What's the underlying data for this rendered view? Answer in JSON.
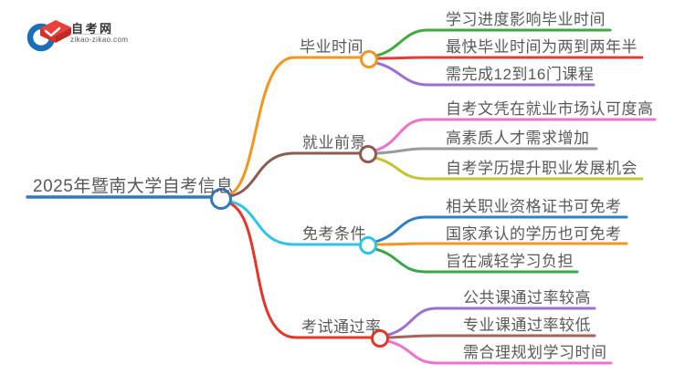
{
  "logo": {
    "title": "自考网",
    "domain": "zikao-zikao.com",
    "icon": "graduation-cap-icon",
    "colors": {
      "crescent": "#1A6FB5",
      "cap_top": "#E8403A",
      "cap_front": "#D93029",
      "cap_side": "#BE2B23"
    }
  },
  "mindmap": {
    "root": {
      "label": "2025年暨南大学自考信息",
      "color": "#3478BE"
    },
    "branches": [
      {
        "label": "毕业时间",
        "color": "#F7941D",
        "children": [
          {
            "text": "学习进度影响毕业时间",
            "color": "#3BAD3B"
          },
          {
            "text": "最快毕业时间为两到两年半",
            "color": "#E43B35"
          },
          {
            "text": "需完成12到16门课程",
            "color": "#9D6ED3"
          }
        ]
      },
      {
        "label": "就业前景",
        "color": "#8E5B4F",
        "children": [
          {
            "text": "自考文凭在就业市场认可度高",
            "color": "#F170CE"
          },
          {
            "text": "高素质人才需求增加",
            "color": "#9A9A9A"
          },
          {
            "text": "自考学历提升职业发展机会",
            "color": "#C2C52D"
          }
        ]
      },
      {
        "label": "免考条件",
        "color": "#2EC3E7",
        "children": [
          {
            "text": "相关职业资格证书可免考",
            "color": "#2F7FC4"
          },
          {
            "text": "国家承认的学历也可免考",
            "color": "#F7941D"
          },
          {
            "text": "旨在减轻学习负担",
            "color": "#3BA648"
          }
        ]
      },
      {
        "label": "考试通过率",
        "color": "#E53528",
        "children": [
          {
            "text": "公共课通过率较高",
            "color": "#9D6ED3"
          },
          {
            "text": "专业课通过率较低",
            "color": "#A5635B"
          },
          {
            "text": "需合理规划学习时间",
            "color": "#F170CE"
          }
        ]
      }
    ]
  }
}
